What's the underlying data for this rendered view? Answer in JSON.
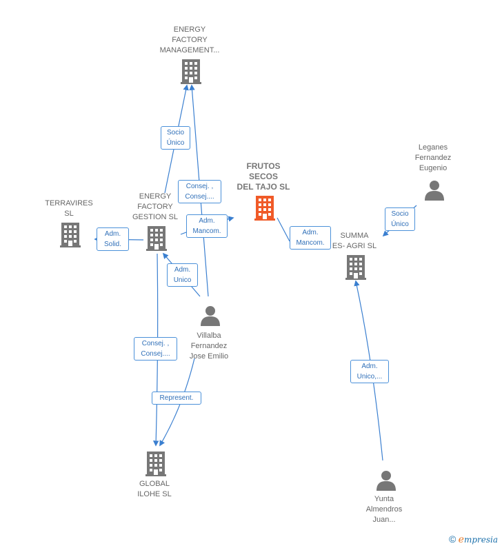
{
  "nodes": {
    "energy_factory_management": {
      "label": "ENERGY\nFACTORY\nMANAGEMENT...",
      "kind": "company"
    },
    "frutos_secos": {
      "label": "FRUTOS\nSECOS\nDEL TAJO  SL",
      "kind": "company-main"
    },
    "terravires": {
      "label": "TERRAVIRES\nSL",
      "kind": "company"
    },
    "energy_factory_gestion": {
      "label": "ENERGY\nFACTORY\nGESTION  SL",
      "kind": "company"
    },
    "summa": {
      "label": "SUMMA\nES- AGRI  SL",
      "kind": "company"
    },
    "leganes": {
      "label": "Leganes\nFernandez\nEugenio",
      "kind": "person"
    },
    "villalba": {
      "label": "Villalba\nFernandez\nJose Emilio",
      "kind": "person"
    },
    "global_ilohe": {
      "label": "GLOBAL\nILOHE  SL",
      "kind": "company"
    },
    "yunta": {
      "label": "Yunta\nAlmendros\nJuan...",
      "kind": "person"
    }
  },
  "edges": {
    "socio_unico_1": "Socio\nÚnico",
    "consej_1": "Consej. ,\nConsej....",
    "adm_mancom_1": "Adm.\nMancom.",
    "adm_solid": "Adm.\nSolid.",
    "adm_unico": "Adm.\nUnico",
    "consej_2": "Consej. ,\nConsej....",
    "represent": "Represent.",
    "adm_mancom_2": "Adm.\nMancom.",
    "socio_unico_2": "Socio\nÚnico",
    "adm_unico_2": "Adm.\nUnico,..."
  },
  "colors": {
    "edge": "#3a7fd0",
    "company_icon": "#777777",
    "main_icon": "#f05a28",
    "person_icon": "#777777"
  },
  "brand": {
    "copyright": "©",
    "e": "e",
    "rest": "mpresia"
  }
}
